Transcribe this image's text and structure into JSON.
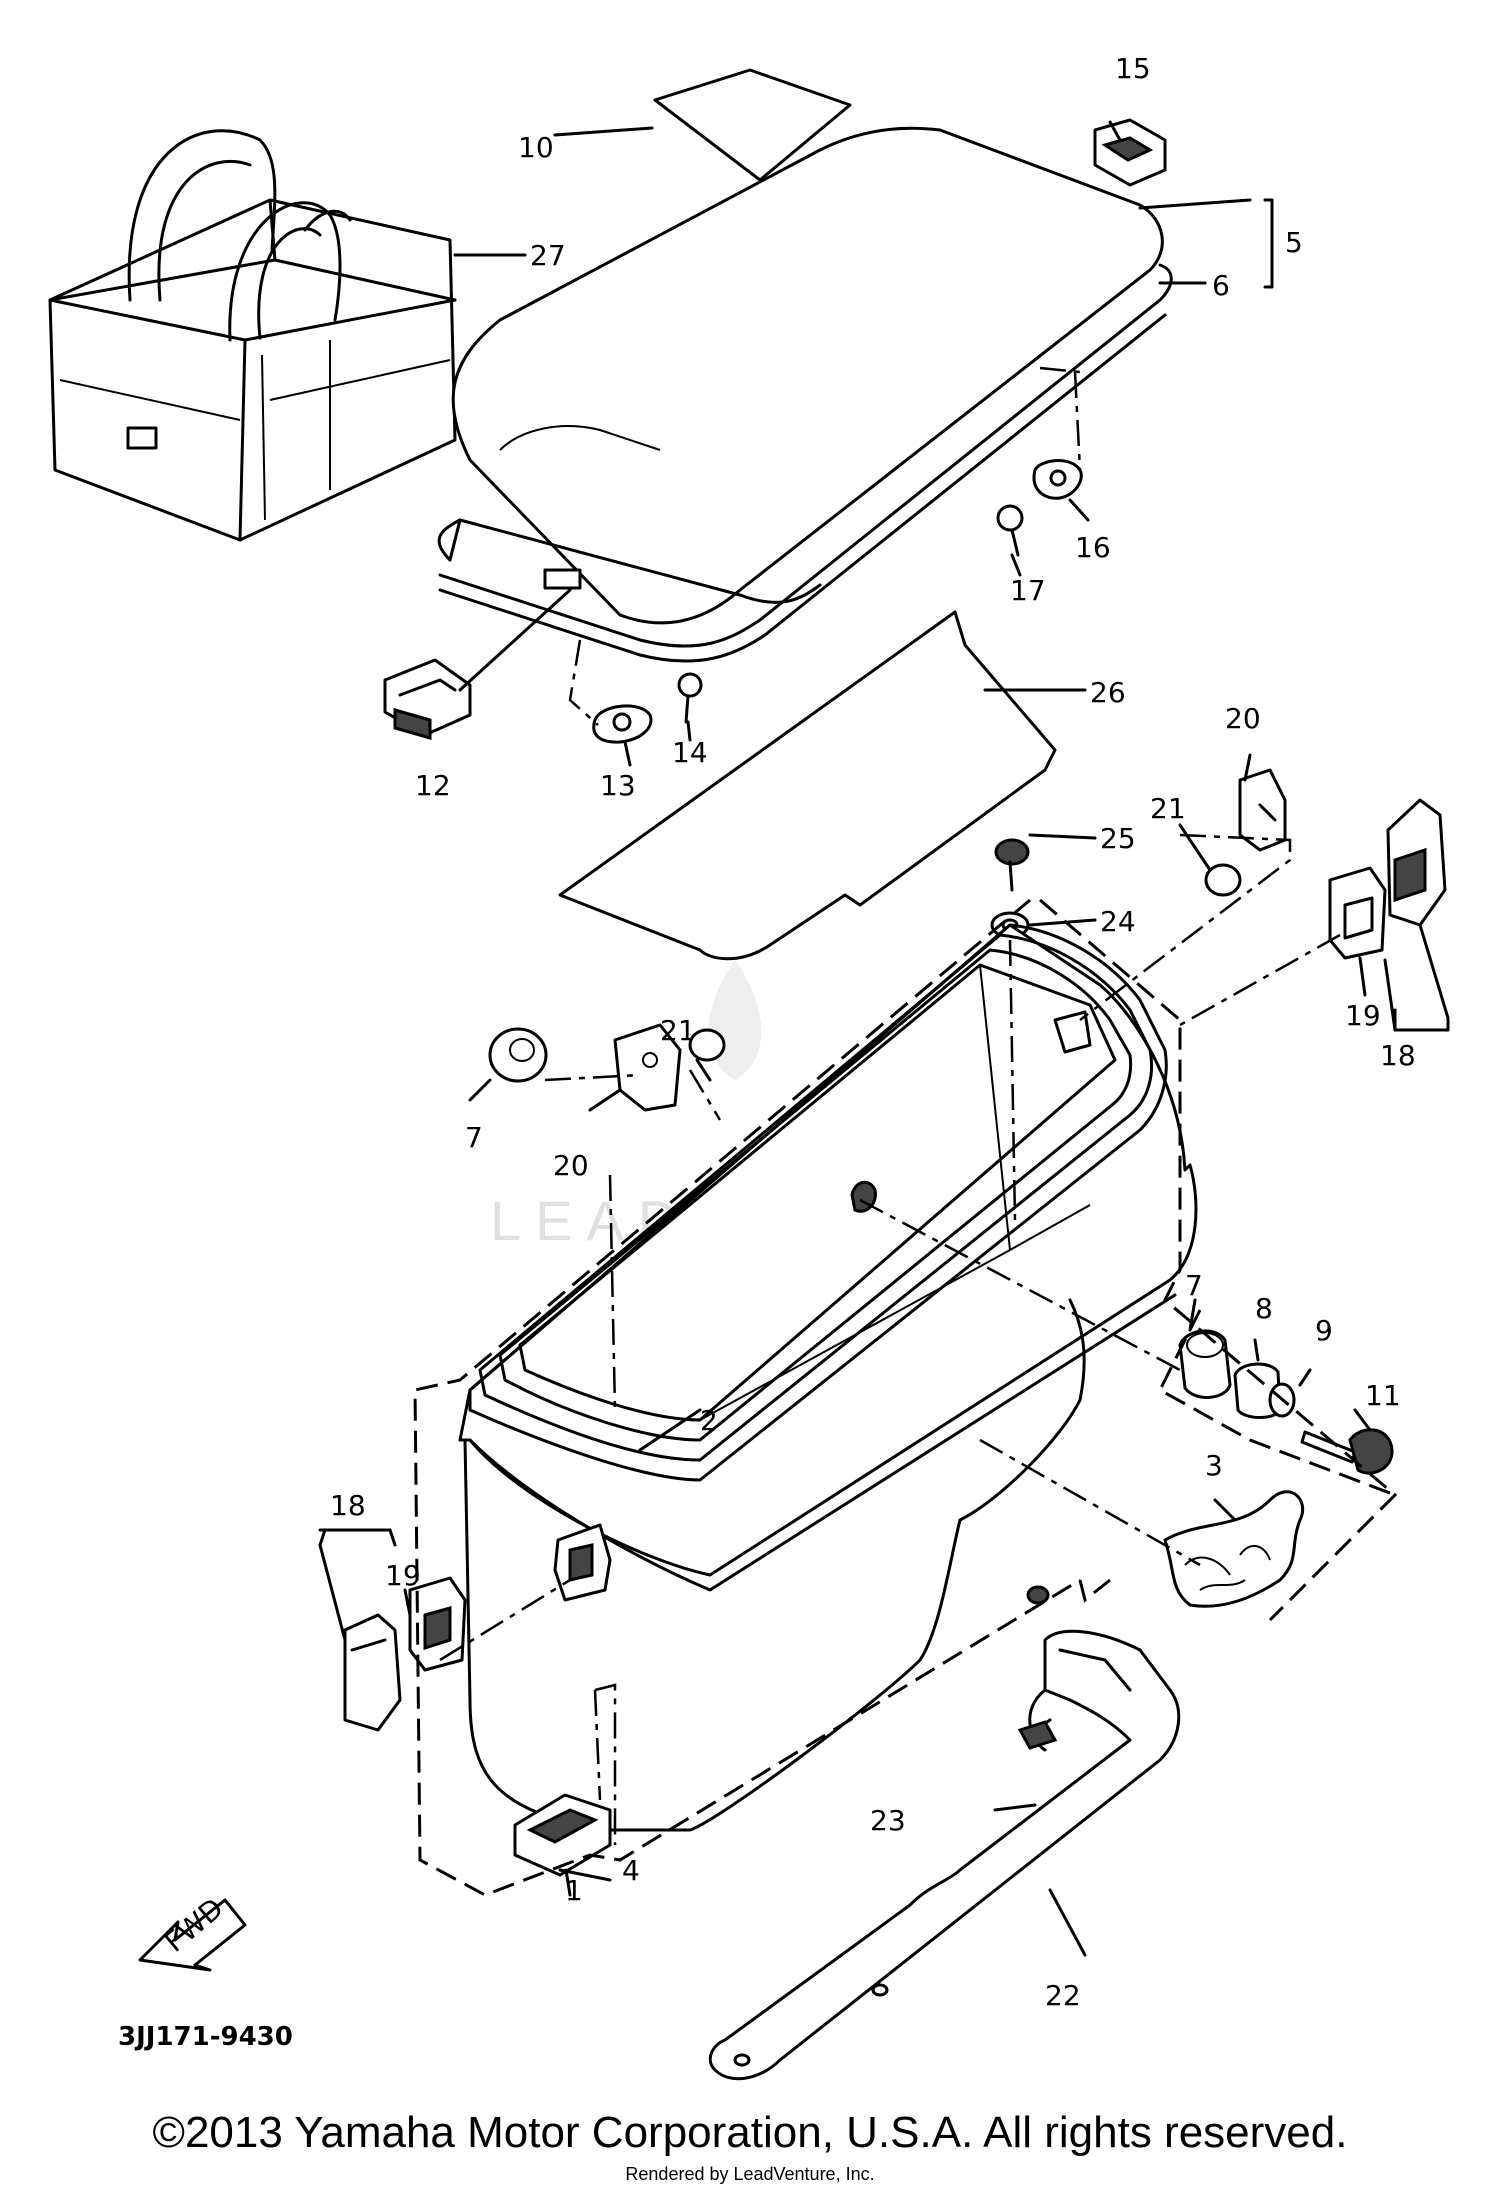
{
  "diagram": {
    "code": "3JJ171-9430",
    "fwd_label": "FWD",
    "watermark": "LEADVENTURE",
    "callouts": [
      "1",
      "2",
      "3",
      "4",
      "5",
      "6",
      "7",
      "7",
      "8",
      "9",
      "10",
      "11",
      "12",
      "13",
      "14",
      "15",
      "16",
      "17",
      "18",
      "18",
      "19",
      "19",
      "20",
      "20",
      "21",
      "21",
      "22",
      "23",
      "24",
      "25",
      "26",
      "27"
    ]
  },
  "footer": {
    "copyright": "©2013 Yamaha Motor Corporation, U.S.A. All rights reserved.",
    "rendered_by": "Rendered by LeadVenture, Inc."
  }
}
